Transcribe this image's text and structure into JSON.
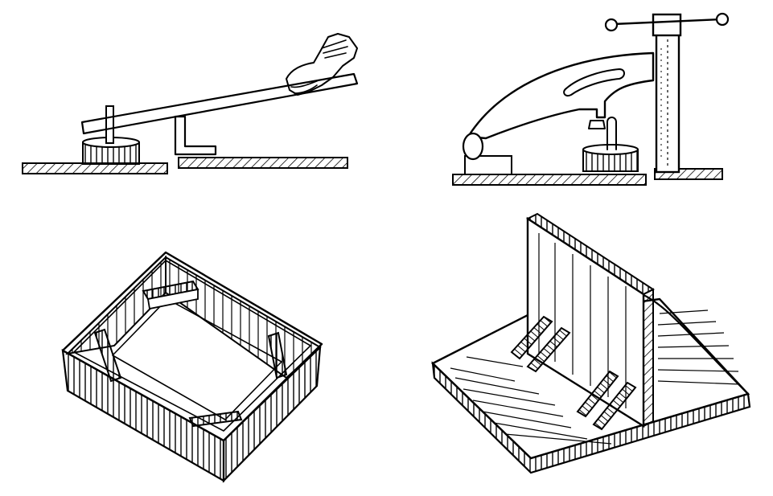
{
  "figure": {
    "panels": [
      {
        "name": "lever-straightening-tool",
        "icon": "lever-bar-icon"
      },
      {
        "name": "screw-clamp-press",
        "icon": "clamp-icon"
      },
      {
        "name": "box-frame-with-corner-braces",
        "icon": "box-frame-icon"
      },
      {
        "name": "plate-with-vertical-rib-and-brackets",
        "icon": "rib-plate-icon"
      }
    ],
    "colors": {
      "ink": "#000000",
      "paper": "#ffffff"
    }
  }
}
